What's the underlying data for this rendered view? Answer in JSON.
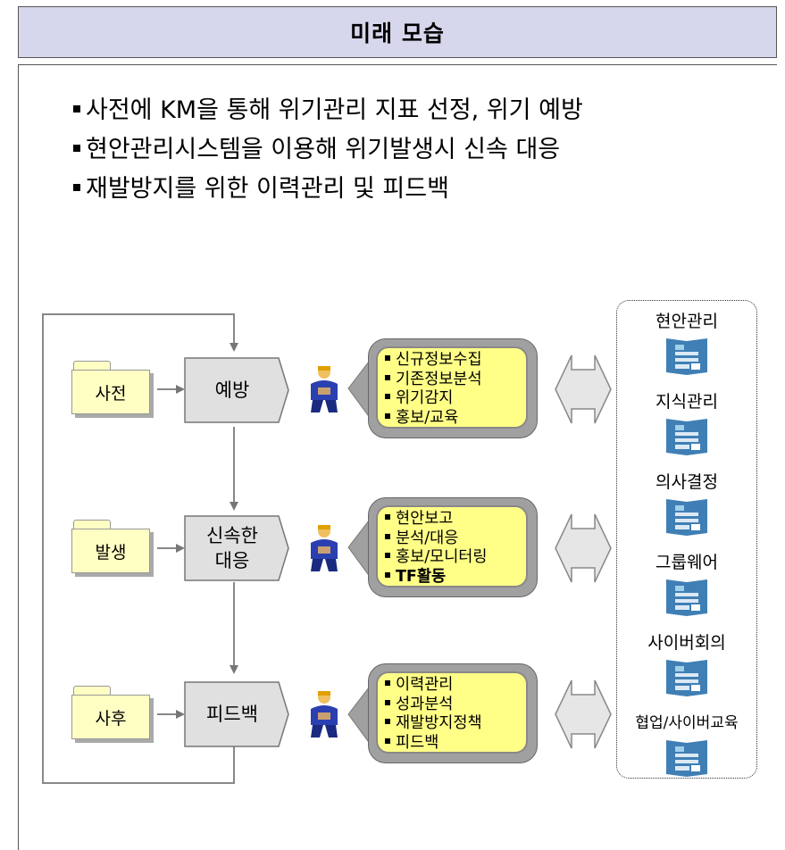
{
  "header": {
    "title": "미래 모습"
  },
  "bullets": [
    "사전에 KM을 통해 위기관리 지표 선정, 위기 예방",
    "현안관리시스템을 이용해 위기발생시 신속 대응",
    "재발방지를 위한 이력관리 및 피드백"
  ],
  "stages": [
    {
      "folder": "사전",
      "process_line1": "예방",
      "process_line2": "",
      "items": [
        "신규정보수집",
        "기존정보분석",
        "위기감지",
        "홍보/교육"
      ]
    },
    {
      "folder": "발생",
      "process_line1": "신속한",
      "process_line2": "대응",
      "items": [
        "현안보고",
        "분석/대응",
        "홍보/모니터링",
        "TF활동"
      ]
    },
    {
      "folder": "사후",
      "process_line1": "피드백",
      "process_line2": "",
      "items": [
        "이력관리",
        "성과분석",
        "재발방지정책",
        "피드백"
      ]
    }
  ],
  "systems": [
    "현안관리",
    "지식관리",
    "의사결정",
    "그룹웨어",
    "사이버회의",
    "협업/사이버교육"
  ],
  "colors": {
    "header_bg": "#d6d6ec",
    "callout_fill": "#ffff88",
    "folder_fill": "#ffffc4",
    "process_fill": "#e0e0e0"
  }
}
